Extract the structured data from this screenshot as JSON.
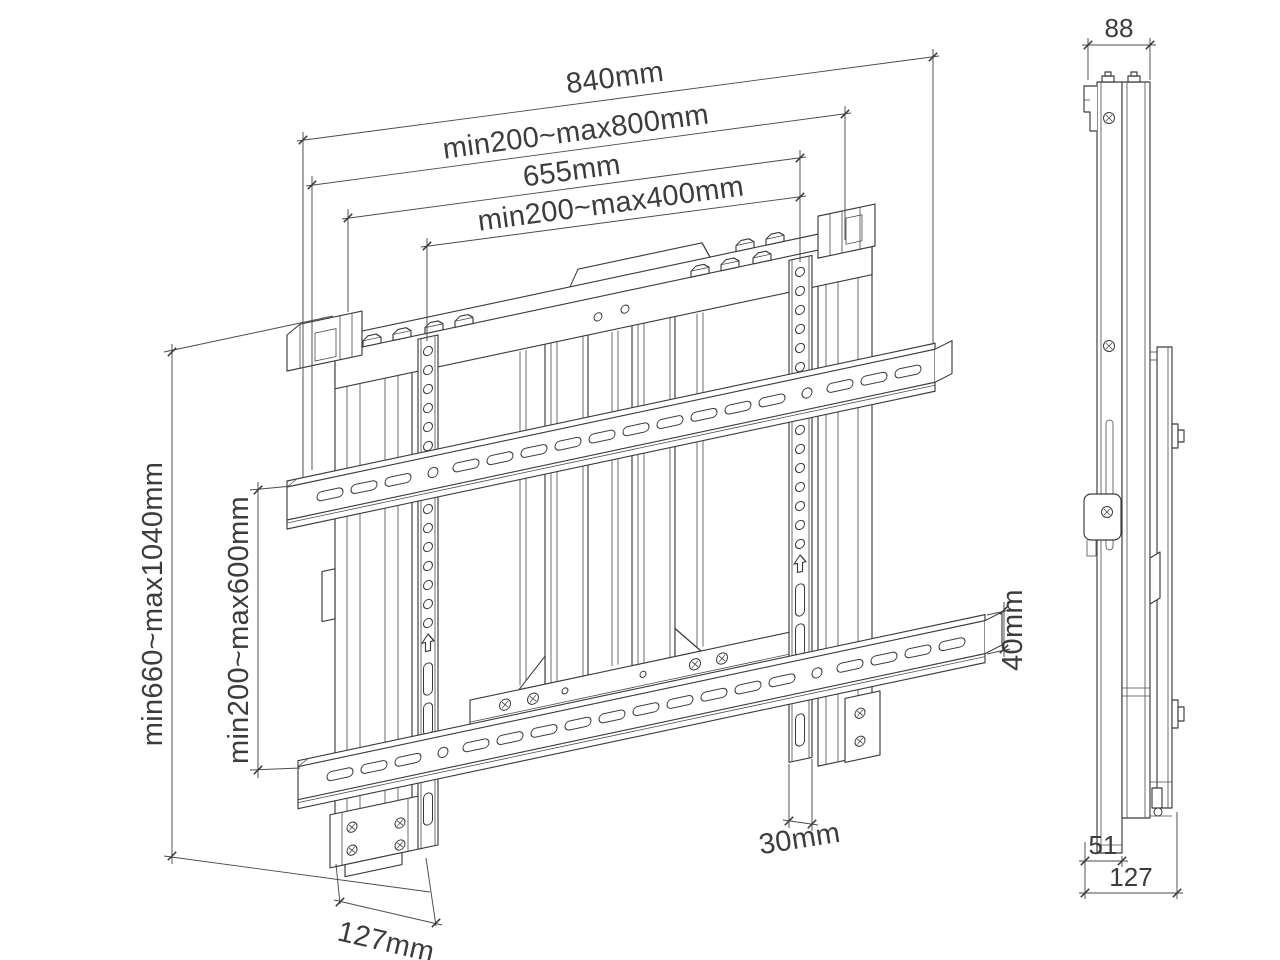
{
  "drawing": {
    "kind": "technical-dimension-drawing",
    "subject": "display-wall-mount-bracket",
    "background_color": "#ffffff",
    "line_color": "#3a3a3a",
    "text_color": "#3c3c3c",
    "front_view": {
      "dims_top": [
        {
          "id": "dim-840",
          "label": "840mm"
        },
        {
          "id": "dim-min200-max800",
          "label": "min200~max800mm"
        },
        {
          "id": "dim-655",
          "label": "655mm"
        },
        {
          "id": "dim-min200-max400",
          "label": "min200~max400mm"
        }
      ],
      "dims_left": [
        {
          "id": "dim-min660-max1040",
          "label": "min660~max1040mm"
        },
        {
          "id": "dim-min200-max600",
          "label": "min200~max600mm"
        }
      ],
      "dim_right": {
        "id": "dim-40",
        "label": "40mm"
      },
      "dims_bottom": [
        {
          "id": "dim-30",
          "label": "30mm"
        },
        {
          "id": "dim-127mm",
          "label": "127mm"
        }
      ]
    },
    "side_view": {
      "dim_top": {
        "id": "dim-88",
        "label": "88"
      },
      "dims_bottom": [
        {
          "id": "dim-51",
          "label": "51"
        },
        {
          "id": "dim-127",
          "label": "127"
        }
      ]
    }
  }
}
